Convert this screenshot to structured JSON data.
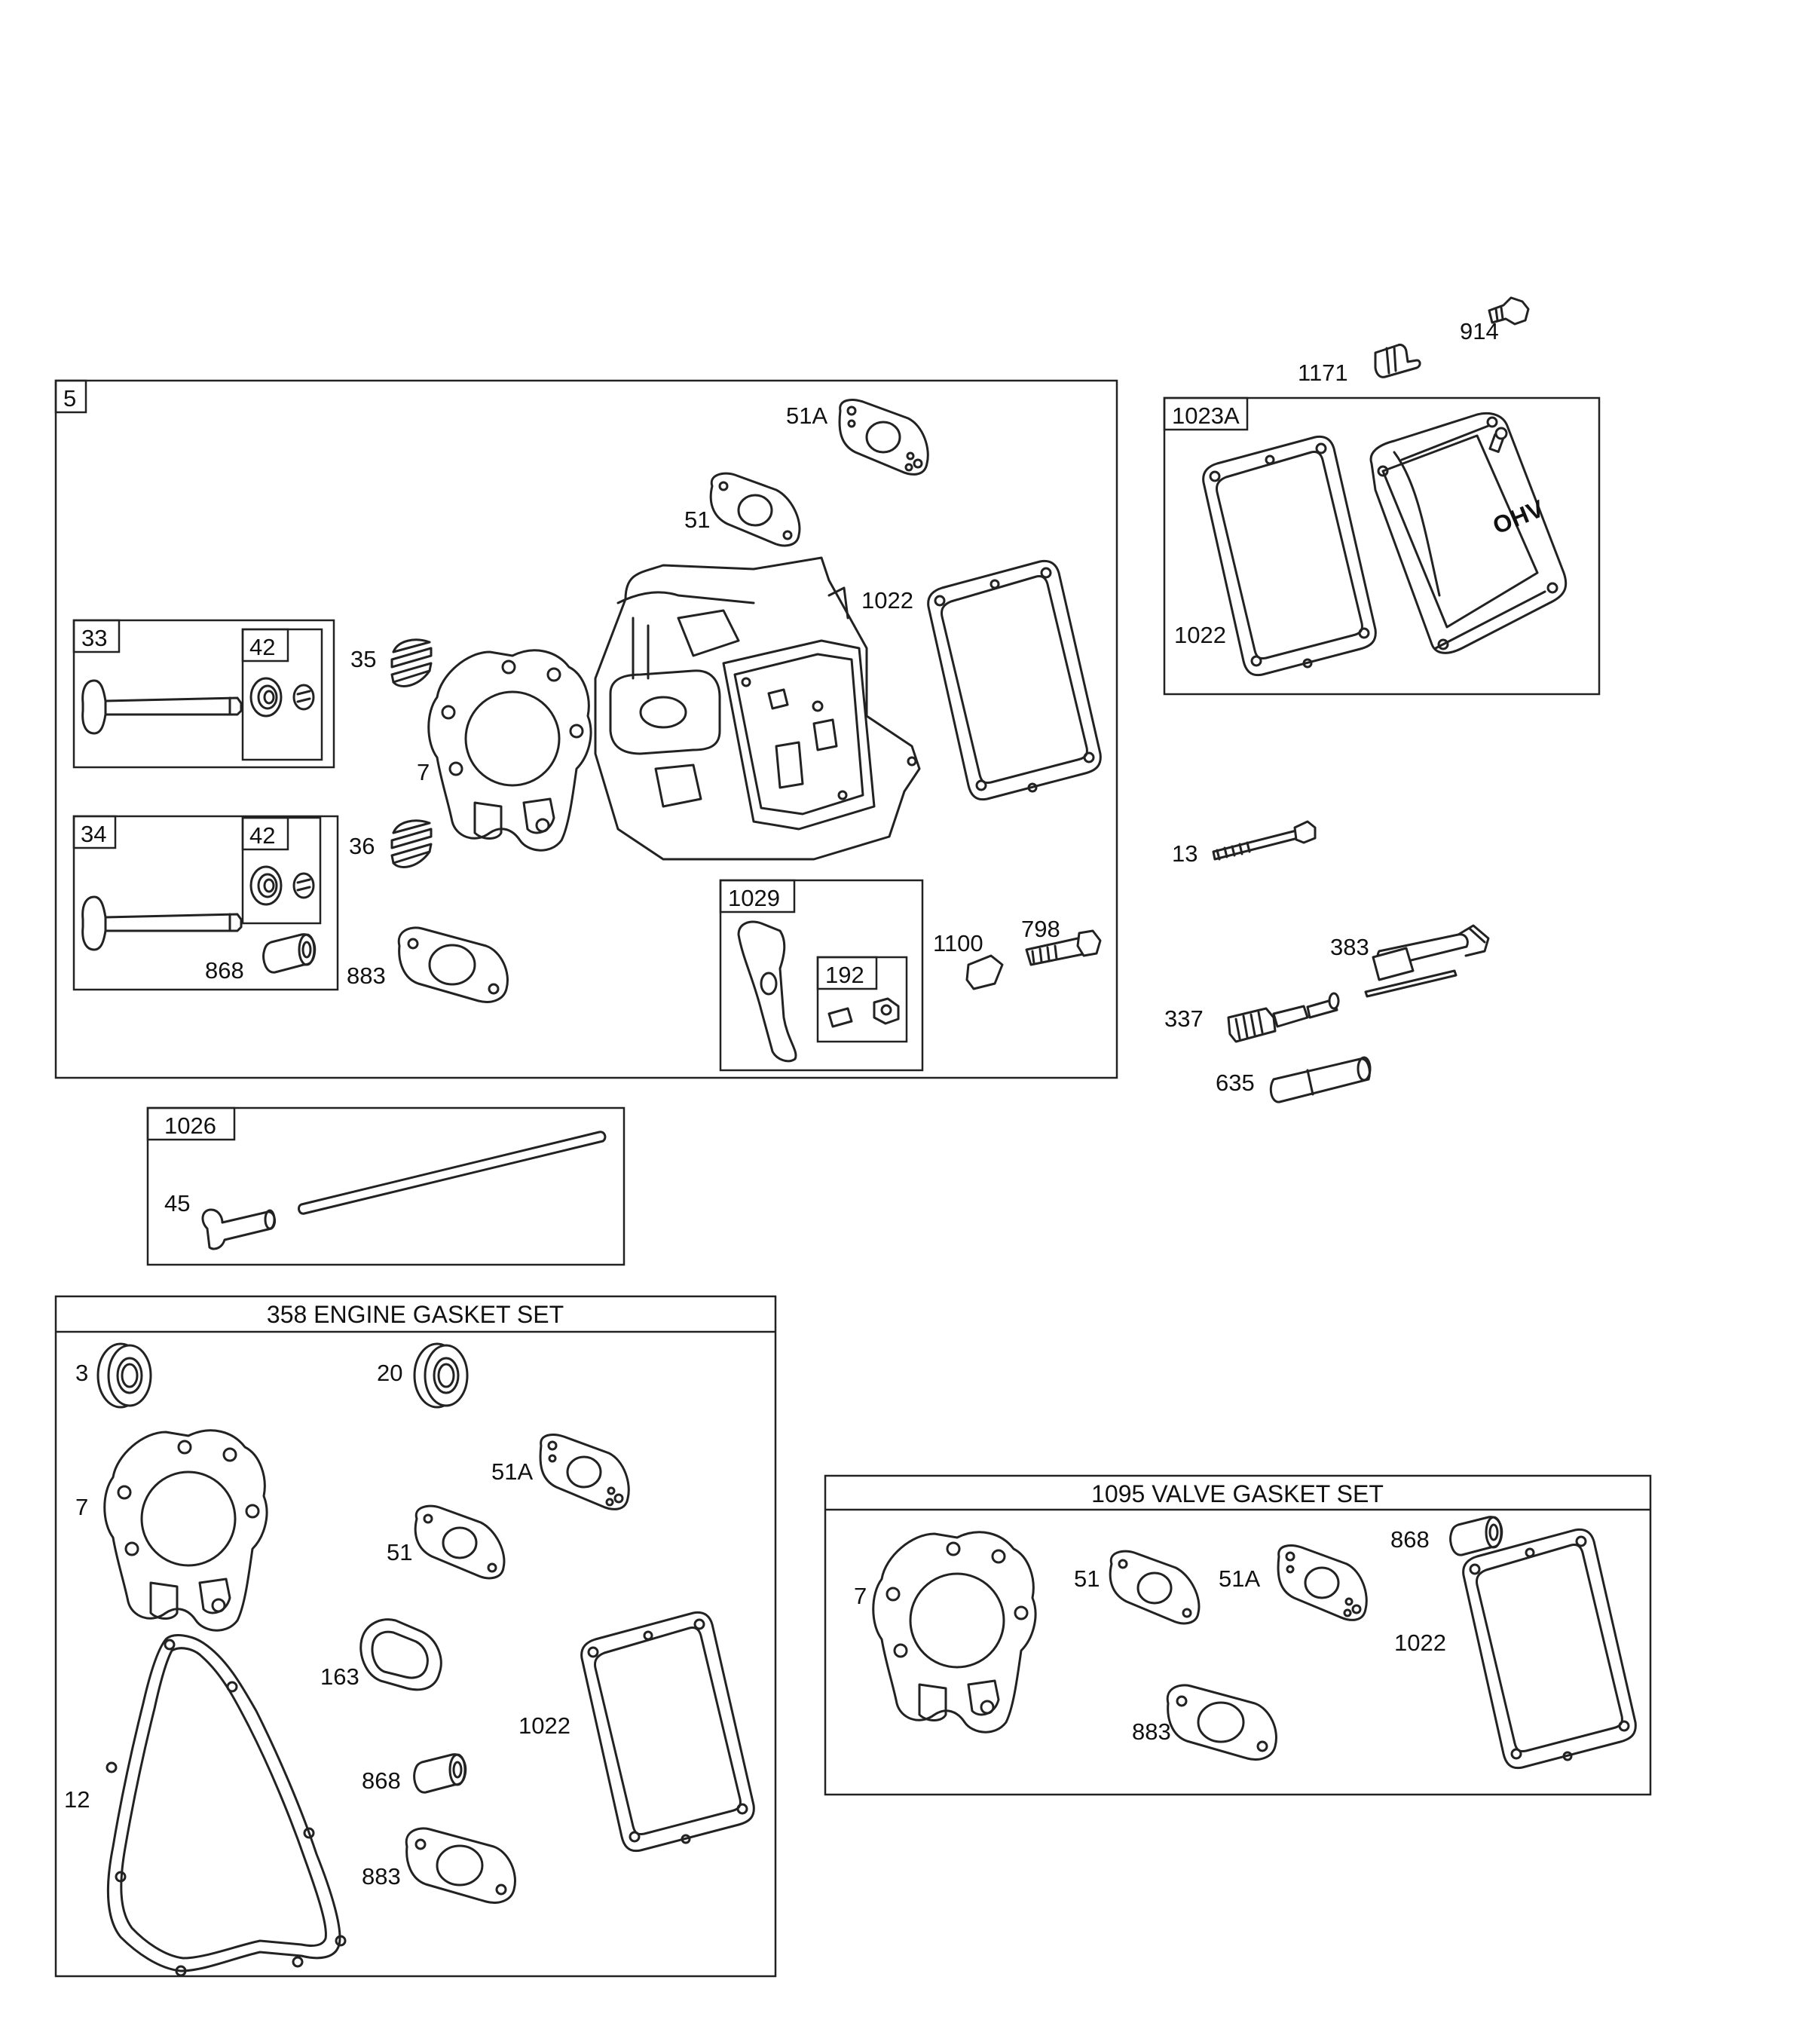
{
  "main_group": {
    "number": "5",
    "labels": {
      "p51A": "51A",
      "p51": "51",
      "p1022": "1022",
      "p35": "35",
      "p36": "36",
      "p7": "7",
      "p883": "883",
      "p868": "868",
      "p1100": "1100",
      "p798": "798"
    },
    "sub_33": {
      "number": "33",
      "inner": "42"
    },
    "sub_34": {
      "number": "34",
      "inner": "42"
    },
    "sub_1029": {
      "number": "1029",
      "inner": "192"
    }
  },
  "cover_group": {
    "number": "1023A",
    "labels": {
      "p1022": "1022",
      "cover_text": "OHV"
    }
  },
  "loose_parts": {
    "p914": "914",
    "p1171": "1171",
    "p13": "13",
    "p383": "383",
    "p337": "337",
    "p635": "635"
  },
  "pushrod_group": {
    "number": "1026",
    "p45": "45"
  },
  "engine_gasket_set": {
    "title": "358 ENGINE GASKET SET",
    "labels": {
      "p3": "3",
      "p20": "20",
      "p7": "7",
      "p51A": "51A",
      "p51": "51",
      "p163": "163",
      "p12": "12",
      "p1022": "1022",
      "p868": "868",
      "p883": "883"
    }
  },
  "valve_gasket_set": {
    "title": "1095 VALVE GASKET SET",
    "labels": {
      "p7": "7",
      "p51": "51",
      "p51A": "51A",
      "p868": "868",
      "p1022": "1022",
      "p883": "883"
    }
  }
}
